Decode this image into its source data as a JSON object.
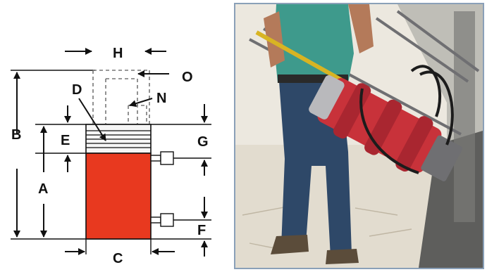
{
  "diagram": {
    "dimension_labels": {
      "H": "H",
      "O": "O",
      "N": "N",
      "D": "D",
      "B": "B",
      "E": "E",
      "G": "G",
      "A": "A",
      "F": "F",
      "C": "C"
    },
    "colors": {
      "cylinder_body": "#e8391f",
      "line": "#111111",
      "dashed": "#777777"
    }
  },
  "photo": {
    "description_icon": "hydraulic-cylinder-in-use-photo",
    "colors": {
      "sky": "#ece8df",
      "worker_shirt": "#3e9a8c",
      "worker_jeans": "#2e4868",
      "cylinder_red": "#c8323a",
      "metal": "#6f6f72",
      "ground": "#e2dccf"
    }
  }
}
